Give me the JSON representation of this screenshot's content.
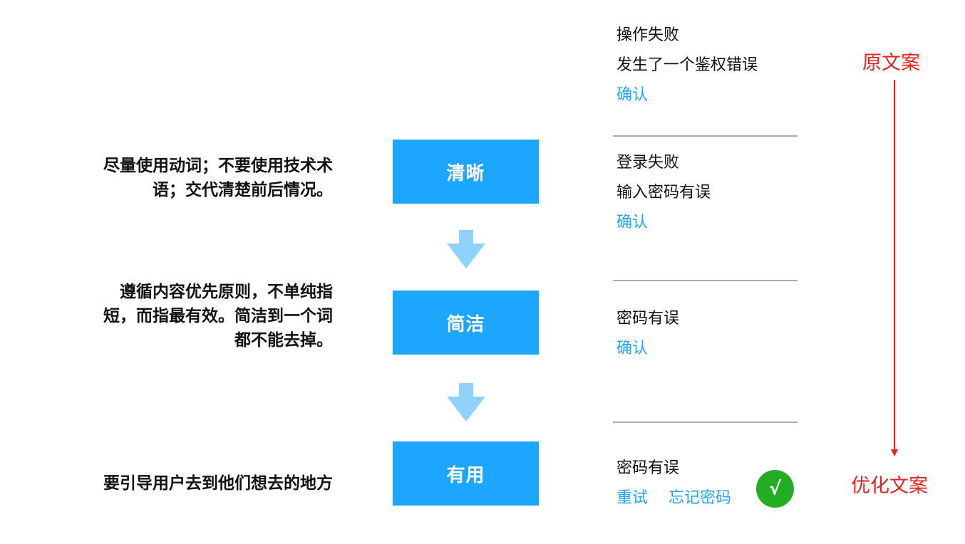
{
  "principles": [
    {
      "label": "清晰",
      "description_lines": [
        "尽量使用动词；不要使用技术术",
        "语；交代清楚前后情况。"
      ]
    },
    {
      "label": "简洁",
      "description_lines": [
        "遵循内容优先原则，不单纯指",
        "短，而指最有效。简洁到一个词",
        "都不能去掉。"
      ]
    },
    {
      "label": "有用",
      "description_lines": [
        "要引导用户去到他们想去的地方"
      ]
    }
  ],
  "messages": [
    {
      "title": "操作失败",
      "body": "发生了一个鉴权错误",
      "actions": [
        "确认"
      ]
    },
    {
      "title": "登录失败",
      "body": "输入密码有误",
      "actions": [
        "确认"
      ]
    },
    {
      "title": "密码有误",
      "body": "",
      "actions": [
        "确认"
      ]
    },
    {
      "title": "密码有误",
      "body": "",
      "actions": [
        "重试",
        "忘记密码"
      ]
    }
  ],
  "progression": {
    "start_label": "原文案",
    "end_label": "优化文案"
  },
  "check_badge": {
    "icon": "checkmark-icon",
    "glyph": "√"
  },
  "colors": {
    "box_blue": "#1ea5ff",
    "arrow_light_blue": "#8fd1ff",
    "action_blue": "#1ea5ff",
    "red": "#e8231c",
    "check_green": "#22ad22",
    "separator_gray": "#aaaaaa"
  }
}
